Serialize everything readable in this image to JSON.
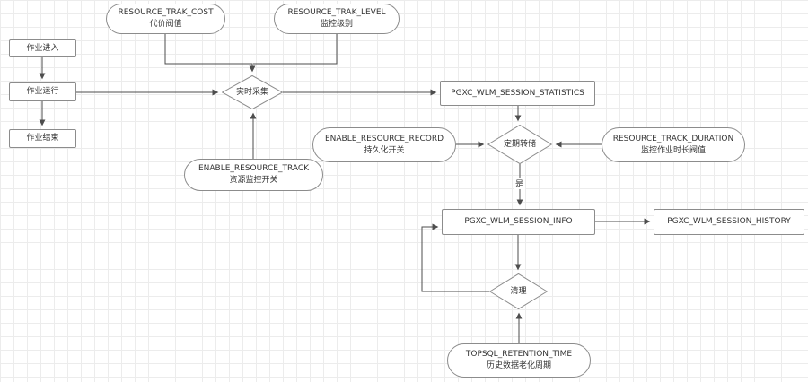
{
  "nodes": {
    "trak_cost": {
      "line1": "RESOURCE_TRAK_COST",
      "line2": "代价阀值"
    },
    "trak_level": {
      "line1": "RESOURCE_TRAK_LEVEL",
      "line2": "监控级别"
    },
    "job_enter": {
      "label": "作业进入"
    },
    "job_run": {
      "label": "作业运行"
    },
    "job_end": {
      "label": "作业结束"
    },
    "realtime_collect": {
      "label": "实时采集"
    },
    "session_statistics": {
      "label": "PGXC_WLM_SESSION_STATISTICS"
    },
    "enable_resource_record": {
      "line1": "ENABLE_RESOURCE_RECORD",
      "line2": "持久化开关"
    },
    "periodic_dump": {
      "label": "定期转储"
    },
    "track_duration": {
      "line1": "RESOURCE_TRACK_DURATION",
      "line2": "监控作业时长阀值"
    },
    "enable_resource_track": {
      "line1": "ENABLE_RESOURCE_TRACK",
      "line2": "资源监控开关"
    },
    "session_info": {
      "label": "PGXC_WLM_SESSION_INFO"
    },
    "session_history": {
      "label": "PGXC_WLM_SESSION_HISTORY"
    },
    "cleanup": {
      "label": "清理"
    },
    "topsql_retention": {
      "line1": "TOPSQL_RETENTION_TIME",
      "line2": "历史数据老化周期"
    }
  },
  "edge_labels": {
    "dump_yes": "是"
  },
  "colors": {
    "node_fill": "#ffffff",
    "node_border": "#8c8c8c",
    "edge": "#4d4d4d",
    "grid": "#ececec",
    "text": "#333333"
  }
}
